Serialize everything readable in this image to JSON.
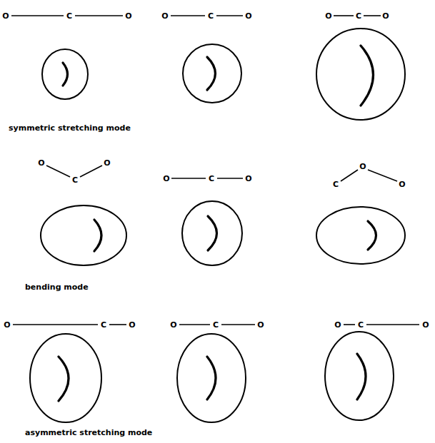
{
  "diagram": {
    "labels": [
      "O",
      "C",
      "O",
      "O",
      "C",
      "O",
      "O",
      "C",
      "O",
      "symmetric stretching mode",
      "O",
      "O",
      "C",
      "O",
      "C",
      "O",
      "O",
      "C",
      "O",
      "bending mode",
      "O",
      "C",
      "O",
      "O",
      "C",
      "O",
      "O",
      "C",
      "O",
      "asymmetric stretching mode"
    ]
  }
}
